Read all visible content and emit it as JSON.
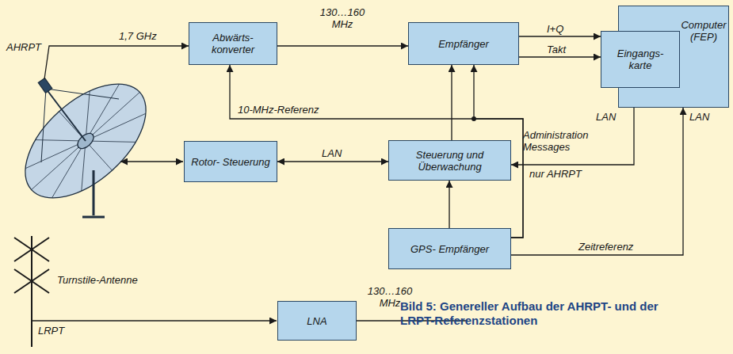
{
  "diagram": {
    "caption": "Bild 5: Genereller Aufbau der AHRPT- und der LRPT-Referenzstationen",
    "nodes": [
      {
        "text": [
          "Abwärts- konverter"
        ]
      },
      {
        "text": [
          "Empfänger"
        ]
      },
      {
        "text": [
          "Computer (FEP)"
        ]
      },
      {
        "text": [
          "Eingangs- karte"
        ],
        "in": 2
      },
      {
        "text": [
          "Rotor- Steuerung"
        ]
      },
      {
        "text": [
          "Steuerung und Überwachung"
        ]
      },
      {
        "text": [
          "GPS- Empfänger"
        ]
      },
      {
        "text": [
          "LNA"
        ]
      }
    ],
    "edges": [
      {
        "from": 0,
        "to": 1,
        "arrow": "to",
        "label": "130…160 MHz"
      },
      {
        "from": 1,
        "to": 3,
        "arrow": "to",
        "label": "I+Q"
      },
      {
        "from": 1,
        "to": 3,
        "arrow": "to",
        "label": "Takt"
      },
      {
        "from": 4,
        "to": 5,
        "arrow": "both",
        "label": "LAN"
      },
      {
        "from": 5,
        "to": 1,
        "arrow": "to"
      },
      {
        "from": 6,
        "to": 1,
        "arrow": "to"
      },
      {
        "from": 6,
        "to": 0,
        "arrow": "to",
        "label": "10-MHz-Referenz"
      },
      {
        "from": 6,
        "to": 5,
        "arrow": "to"
      },
      {
        "from": 2,
        "to": 5,
        "arrow": "to",
        "label": "Administration Messages"
      },
      {
        "from": 6,
        "to": 2,
        "arrow": "to",
        "label": "Zeitreferenz"
      }
    ],
    "labels": [
      "AHRPT",
      "1,7 GHz",
      "Turnstile-Antenne",
      "LRPT",
      "130…160 MHz",
      "LAN",
      "LAN",
      "nur AHRPT"
    ]
  }
}
